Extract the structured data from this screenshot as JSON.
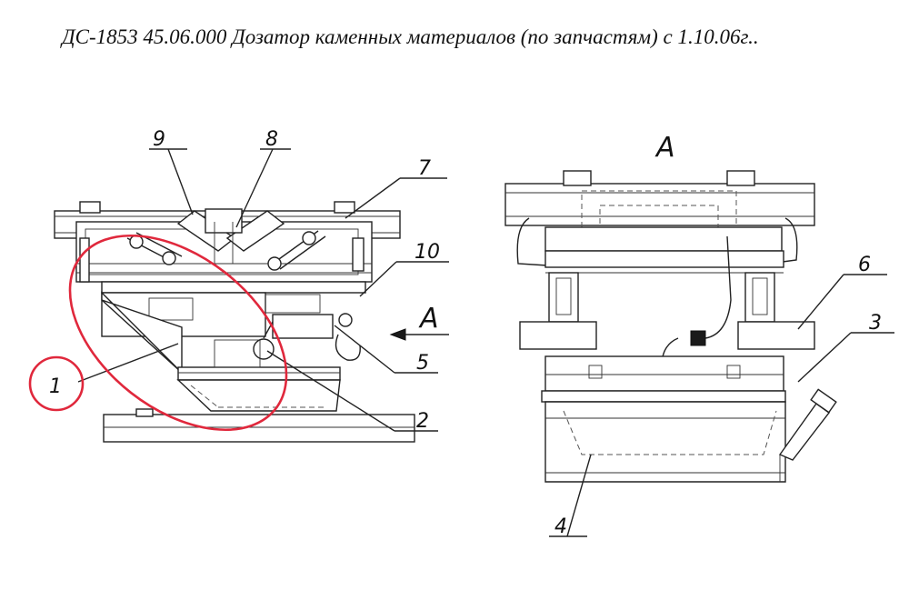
{
  "title": "ДС-1853 45.06.000 Дозатор каменных материалов (по запчастям) с 1.10.06г..",
  "callouts": {
    "c1": "1",
    "c2": "2",
    "c3": "3",
    "c4": "4",
    "c5": "5",
    "c6": "6",
    "c7": "7",
    "c8": "8",
    "c9": "9",
    "c10": "10"
  },
  "view_labels": {
    "view_a": "А",
    "arrow_a": "А"
  },
  "colors": {
    "highlight": "#e0283c",
    "line": "#222222"
  }
}
